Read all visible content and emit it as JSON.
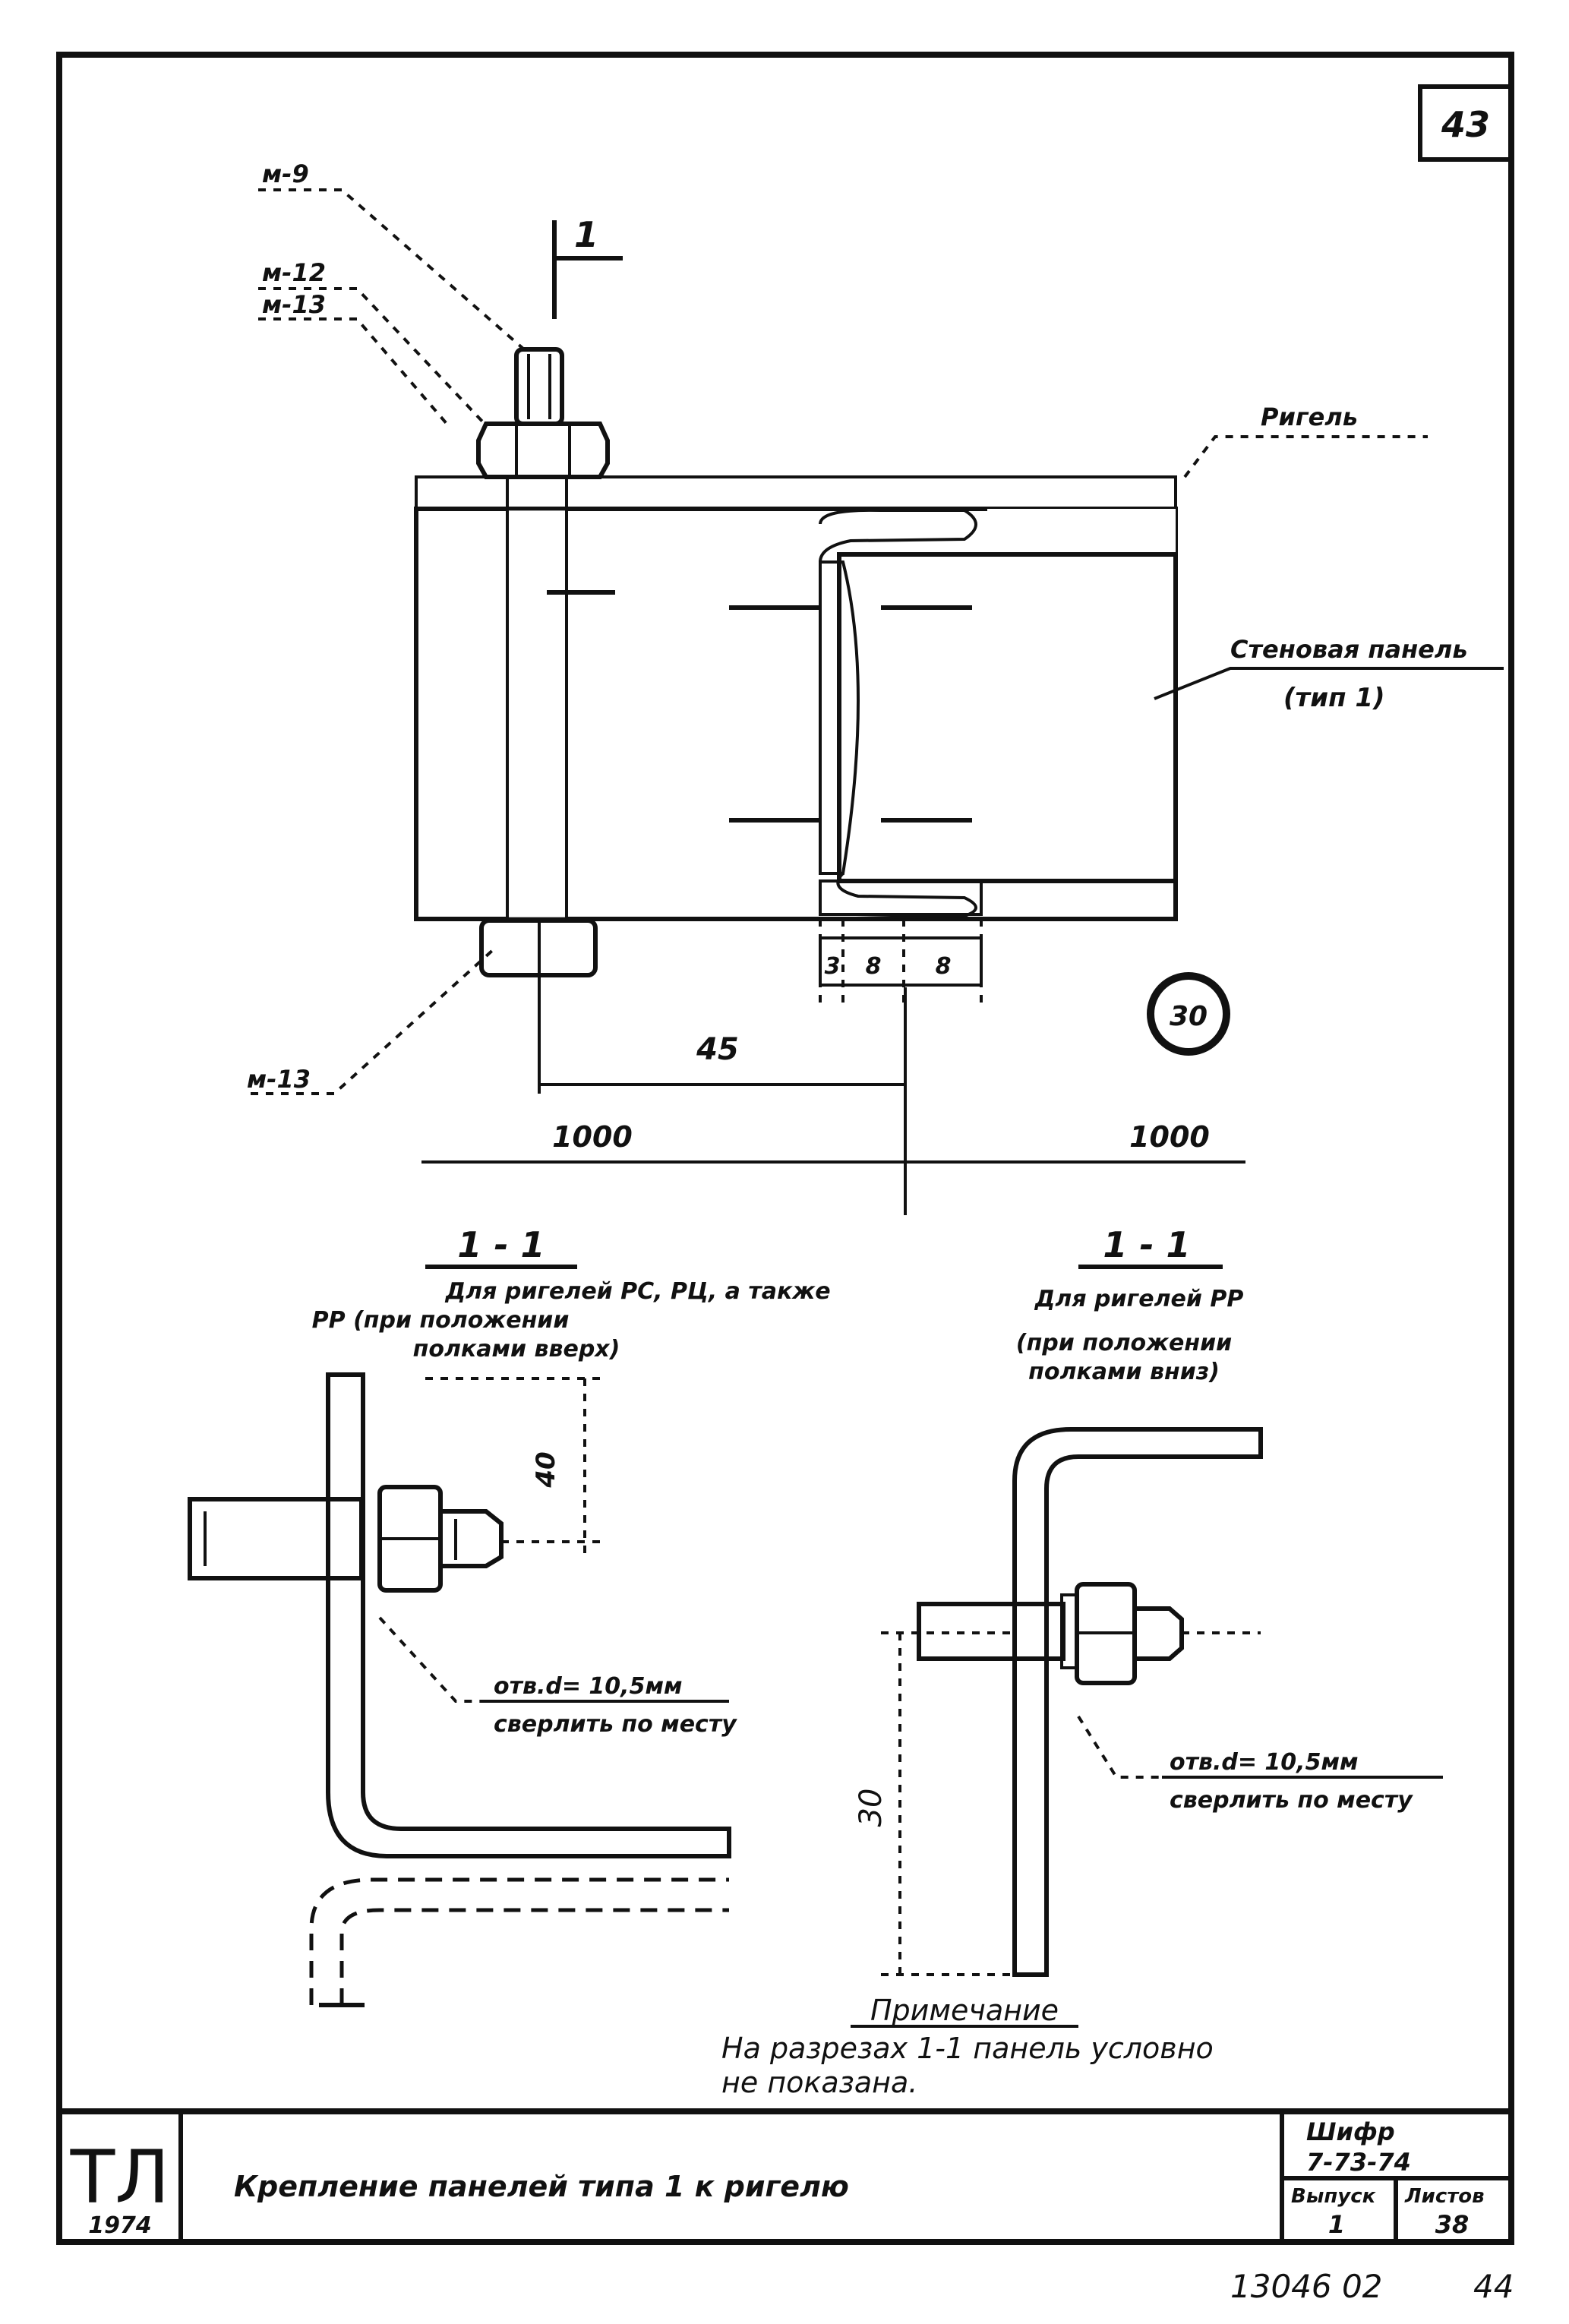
{
  "sheet_number": "43",
  "main_view": {
    "labels": {
      "m9": "м-9",
      "m12": "м-12",
      "m13": "м-13",
      "m13b": "м-13",
      "section_mark": "1",
      "rigel": "Ригель",
      "panel_line1": "Стеновая панель",
      "panel_line2": "(тип 1)",
      "dim_3": "3",
      "dim_8a": "8",
      "dim_8b": "8",
      "dim_45": "45",
      "dim_1000_left": "1000",
      "dim_1000_right": "1000",
      "circle_label": "30"
    }
  },
  "section_left": {
    "title": "1 - 1",
    "caption_line1": "Для ригелей РС, РЦ, а также",
    "caption_line2": "РР (при положении",
    "caption_line3": "полками вверх)",
    "dim_vertical": "40",
    "hole_line1": "отв.d= 10,5мм",
    "hole_line2": "сверлить по месту"
  },
  "section_right": {
    "title": "1 - 1",
    "caption_line1": "Для ригелей РР",
    "caption_line2": "(при положении",
    "caption_line3": "полками вниз)",
    "dim_vertical": "30",
    "hole_line1": "отв.d= 10,5мм",
    "hole_line2": "сверлить по месту"
  },
  "note": {
    "title": "Примечание",
    "line1": "На разрезах 1-1 панель условно",
    "line2": "не показана."
  },
  "title_block": {
    "logo": "ТЛ",
    "year": "1974",
    "title": "Крепление панелей типа 1 к ригелю",
    "code_label": "Шифр",
    "code_value": "7-73-74",
    "issue_label": "Выпуск",
    "issue_value": "1",
    "sheet_label": "Листов",
    "sheet_value": "38"
  },
  "footer": {
    "left": "13046 02",
    "right": "44"
  }
}
